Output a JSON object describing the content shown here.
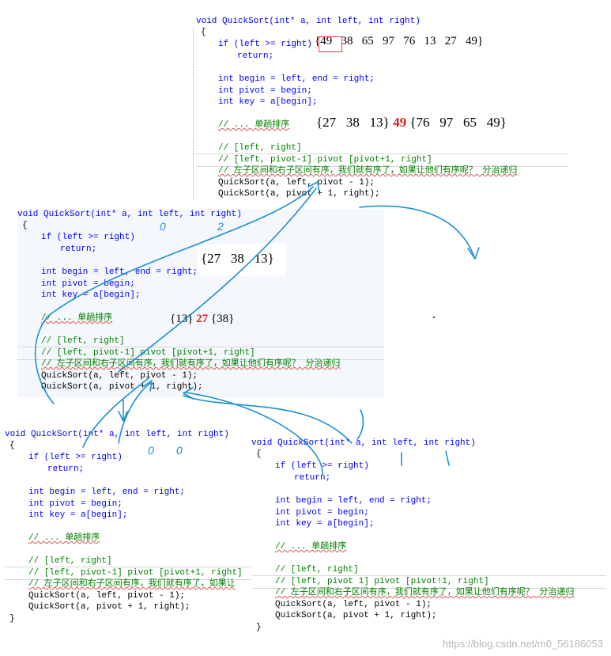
{
  "code": {
    "signature_void": "void ",
    "signature_rest": "QuickSort(int* a, int left, int right)",
    "brace_open": "{",
    "brace_close": "}",
    "if_line": "if (left >= right)",
    "return_line": "return;",
    "begin_line": "int begin = left, end = right;",
    "pivot_line": "int pivot = begin;",
    "key_line": "int key = a[begin];",
    "sort_comment": "// ... 单趟排序",
    "c_left_right": "// [left, right]",
    "c_ranges": "// [left, pivot-1] pivot [pivot+1, right]",
    "c_ranges_alt": "// [left, pivot-1] pivot [pivot+1, right]",
    "c_ranges_panel4": "// [left, pivot 1] pivot [pivot!1, right]",
    "c_explain": "// 左子区间和右子区间有序，我们就有序了，如果让他们有序呢？ 分治递归",
    "c_explain_short": "// 左子区间和右子区间有序，我们就有序了，如果让",
    "call_left": "QuickSort(a, left, pivot - 1);",
    "call_right": "QuickSort(a, pivot + 1, right);"
  },
  "annotations": {
    "top_array": "{49   38   65   97   76   13   27   49}",
    "top_after_left": "{27   38   13}",
    "top_after_pivot": "49",
    "top_after_right": "{76   97   65   49}",
    "mid_array": "{27   38   13}",
    "mid_after_left": "{13}",
    "mid_after_pivot": "27",
    "mid_after_right": "{38}",
    "hand_0": "0",
    "hand_2": "2",
    "hand_00a": "0",
    "hand_00b": "0"
  },
  "watermark": "https://blog.csdn.net/m0_56186053"
}
